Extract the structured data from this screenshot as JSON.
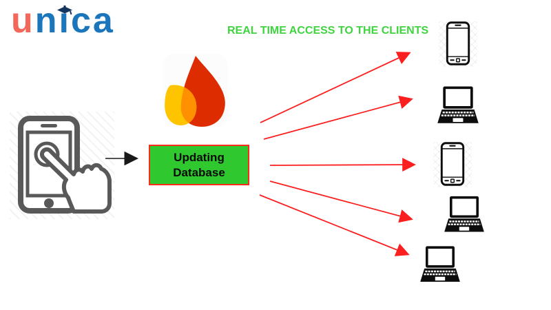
{
  "page": {
    "background": "#ffffff"
  },
  "logo": {
    "brand": "unica",
    "part_red": "u",
    "part_blue_1": "n",
    "part_i": "ı",
    "part_blue_2": "ca",
    "color_red": "#f2695c",
    "color_blue": "#1c76bc",
    "cap_color": "#14365e"
  },
  "heading": {
    "text": "REAL TIME ACCESS TO THE CLIENTS",
    "color": "#3fd43f"
  },
  "firebase": {
    "icon": "firebase-flame-icon",
    "color_red": "#DD2C00",
    "color_orange": "#FF9100",
    "color_yellow": "#FFC400"
  },
  "database_box": {
    "line1": "Updating",
    "line2": "Database",
    "bg_color": "#2fc82f",
    "border_color": "#fb2a1a",
    "text_color": "#0a0a0a"
  },
  "source": {
    "icon": "phone-touch-hand-icon",
    "color": "#595959"
  },
  "flow": {
    "input_arrow_color": "#1a1a1a",
    "broadcast_arrow_color": "#fb1f1f",
    "broadcast_arrow_count": 5
  },
  "devices": [
    {
      "type": "smartphone",
      "icon": "smartphone-icon",
      "symbol": "#sym-phone"
    },
    {
      "type": "laptop",
      "icon": "laptop-icon",
      "symbol": "#sym-laptop"
    },
    {
      "type": "smartphone",
      "icon": "smartphone-icon",
      "symbol": "#sym-phone"
    },
    {
      "type": "laptop",
      "icon": "laptop-icon",
      "symbol": "#sym-laptop"
    },
    {
      "type": "laptop",
      "icon": "laptop-icon",
      "symbol": "#sym-laptop"
    }
  ]
}
